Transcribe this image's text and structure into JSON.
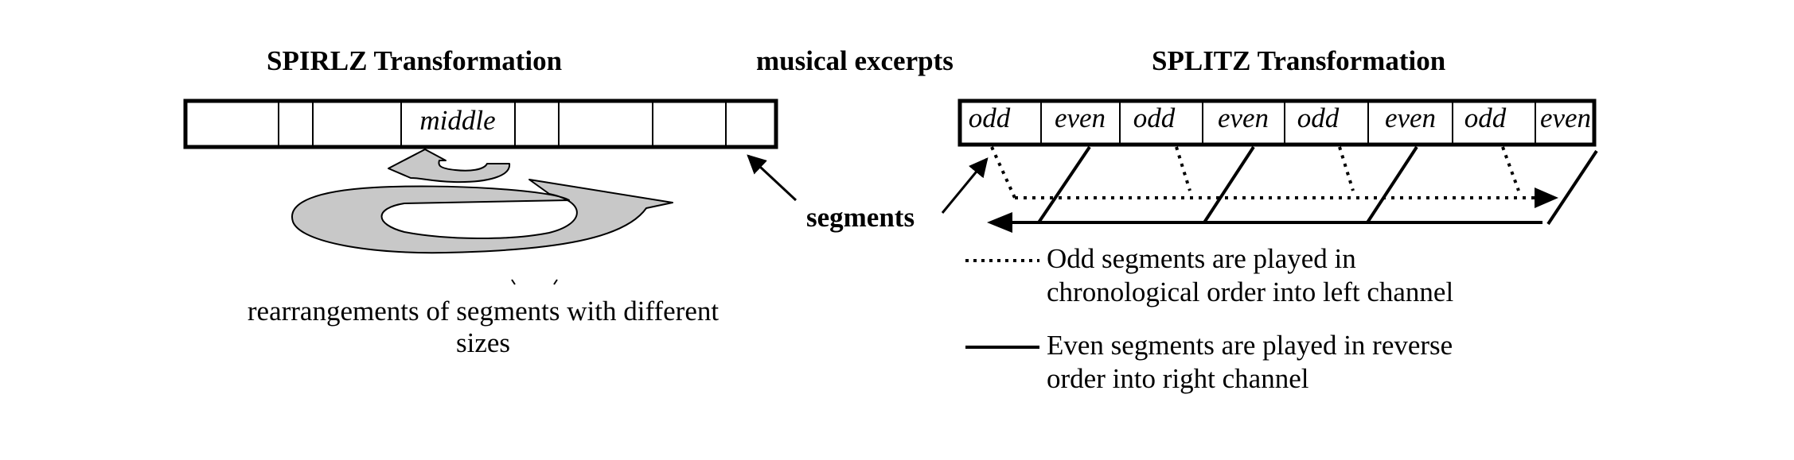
{
  "spirlz": {
    "title": "SPIRLZ Transformation",
    "segment_label": "middle",
    "caption_line1": "rearrangements of segments with different",
    "caption_line2": "sizes"
  },
  "center": {
    "excerpts_label": "musical excerpts",
    "segments_label": "segments"
  },
  "splitz": {
    "title": "SPLITZ Transformation",
    "segments": [
      "odd",
      "even",
      "odd",
      "even",
      "odd",
      "even",
      "odd",
      "even"
    ],
    "legend": {
      "odd_line1": "Odd segments are played in",
      "odd_line2": "chronological order into left channel",
      "even_line1": "Even segments are played in reverse",
      "even_line2": "order into right channel"
    }
  },
  "colors": {
    "ink": "#000000",
    "arrow_fill": "#c8c8c8"
  }
}
